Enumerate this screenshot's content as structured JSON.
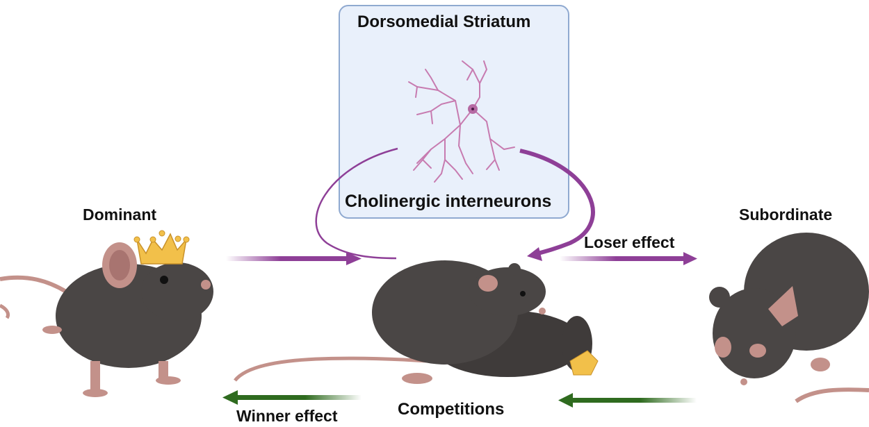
{
  "box": {
    "title": "Dorsomedial Striatum",
    "subtitle": "Cholinergic interneurons"
  },
  "labels": {
    "dominant": "Dominant",
    "subordinate": "Subordinate",
    "loser_effect": "Loser effect",
    "winner_effect": "Winner effect",
    "competitions": "Competitions"
  },
  "colors": {
    "purple_arrow": "#8e3f97",
    "green_arrow": "#2f6b1f",
    "neuron": "#c77bb0",
    "box_fill": "#e9f0fb",
    "box_border": "#8fa9d0",
    "mouse_body": "#4a4645",
    "mouse_skin": "#c3918a",
    "crown": "#f2c04a"
  }
}
